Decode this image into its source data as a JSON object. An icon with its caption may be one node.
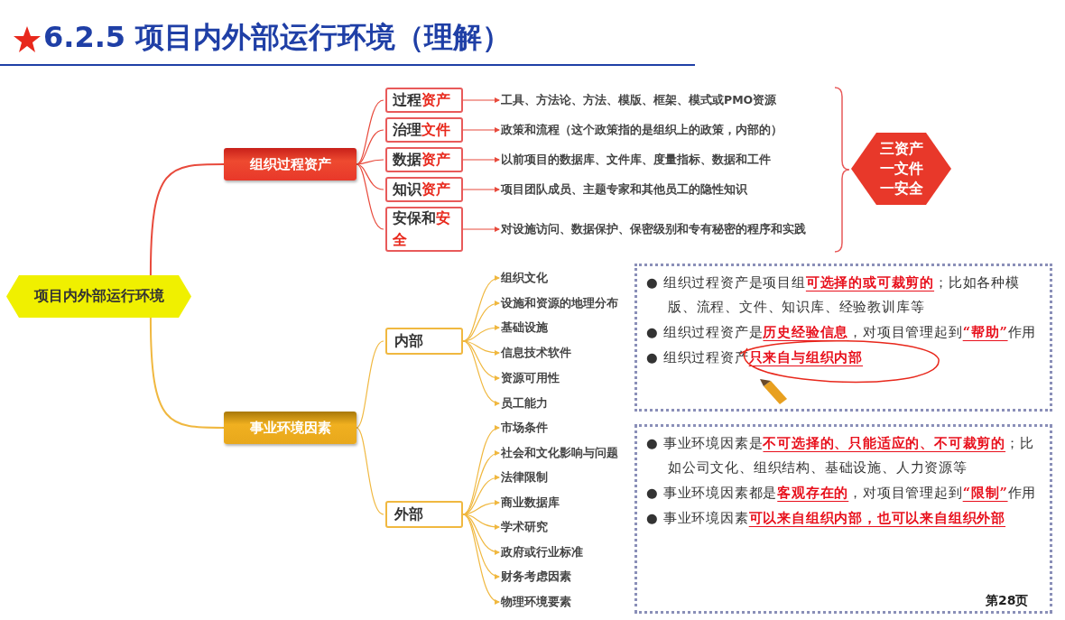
{
  "diagram": {
    "title": "6.2.5 项目内外部运行环境（理解）",
    "nodes": [
      {
        "text": [
          "项目内外部运行环境"
        ]
      },
      {
        "text": [
          "组织过程资产"
        ]
      },
      {
        "text": [
          "过程**资产**"
        ]
      },
      {
        "text": [
          "治理**文件**"
        ]
      },
      {
        "text": [
          "数据**资产**"
        ]
      },
      {
        "text": [
          "知识**资产**"
        ]
      },
      {
        "text": [
          "安保和**安全**"
        ]
      },
      {
        "text": [
          "工具、方法论、方法、模版、框架、模式或PMO资源"
        ]
      },
      {
        "text": [
          "政策和流程（这个政策指的是组织上的政策，内部的）"
        ]
      },
      {
        "text": [
          "以前项目的数据库、文件库、度量指标、数据和工件"
        ]
      },
      {
        "text": [
          "项目团队成员、主题专家和其他员工的隐性知识"
        ]
      },
      {
        "text": [
          "对设施访问、数据保护、保密级别和专有秘密的程序和实践"
        ]
      },
      {
        "text": [
          "三资产一文件一安全"
        ]
      },
      {
        "text": [
          "事业环境因素"
        ]
      },
      {
        "text": [
          "内部"
        ]
      },
      {
        "text": [
          "组织文化"
        ]
      },
      {
        "text": [
          "设施和资源的地理分布"
        ]
      },
      {
        "text": [
          "基础设施"
        ]
      },
      {
        "text": [
          "信息技术软件"
        ]
      },
      {
        "text": [
          "资源可用性"
        ]
      },
      {
        "text": [
          "员工能力"
        ]
      },
      {
        "text": [
          "外部"
        ]
      },
      {
        "text": [
          "市场条件"
        ]
      },
      {
        "text": [
          "社会和文化影响与问题"
        ]
      },
      {
        "text": [
          "法律限制"
        ]
      },
      {
        "text": [
          "商业数据库"
        ]
      },
      {
        "text": [
          "学术研究"
        ]
      },
      {
        "text": [
          "政府或行业标准"
        ]
      },
      {
        "text": [
          "财务考虑因素"
        ]
      },
      {
        "text": [
          "物理环境要素"
        ]
      },
      {
        "text": [
          "● 组织过程资产是项目组**可选择的或可裁剪的**；比如各种模版、流程、文件、知识库、经验教训库等",
          "● 组织过程资产是**历史经验信息**，对项目管理起到**“帮助”**作用",
          "● 组织过程资产**只来自与组织内部**"
        ]
      },
      {
        "text": [
          "● 事业环境因素是**不可选择的、只能适应的、不可裁剪的**；比如公司文化、组织结构、基础设施、人力资源等",
          "● 事业环境因素都是**客观存在的**，对项目管理起到**“限制”**作用",
          "● 事业环境因素**可以来自组织内部，也可以来自组织外部**"
        ]
      }
    ],
    "edges": [
      {
        "from": 0,
        "to": 1,
        "arrow": "none",
        "color": "#e84a3c"
      },
      {
        "from": 1,
        "to": 2,
        "arrow": "none",
        "color": "#e84a3c"
      },
      {
        "from": 1,
        "to": 3,
        "arrow": "none",
        "color": "#e84a3c"
      },
      {
        "from": 1,
        "to": 4,
        "arrow": "none",
        "color": "#e84a3c"
      },
      {
        "from": 1,
        "to": 5,
        "arrow": "none",
        "color": "#e84a3c"
      },
      {
        "from": 1,
        "to": 6,
        "arrow": "none",
        "color": "#e84a3c"
      },
      {
        "from": 2,
        "to": 7,
        "arrow": "to",
        "color": "#e84a3c"
      },
      {
        "from": 3,
        "to": 8,
        "arrow": "to",
        "color": "#e84a3c"
      },
      {
        "from": 4,
        "to": 9,
        "arrow": "to",
        "color": "#e84a3c"
      },
      {
        "from": 5,
        "to": 10,
        "arrow": "to",
        "color": "#e84a3c"
      },
      {
        "from": 6,
        "to": 11,
        "arrow": "to",
        "color": "#e84a3c"
      },
      {
        "from": 0,
        "to": 13,
        "arrow": "none"
      },
      {
        "from": 13,
        "to": 14,
        "arrow": "none"
      },
      {
        "from": 13,
        "to": 21,
        "arrow": "none"
      },
      {
        "from": 14,
        "to": 15,
        "arrow": "to"
      },
      {
        "from": 14,
        "to": 16,
        "arrow": "to"
      },
      {
        "from": 14,
        "to": 17,
        "arrow": "to"
      },
      {
        "from": 14,
        "to": 18,
        "arrow": "to"
      },
      {
        "from": 14,
        "to": 19,
        "arrow": "to"
      },
      {
        "from": 14,
        "to": 20,
        "arrow": "to"
      },
      {
        "from": 21,
        "to": 22,
        "arrow": "to"
      },
      {
        "from": 21,
        "to": 23,
        "arrow": "to"
      },
      {
        "from": 21,
        "to": 24,
        "arrow": "to"
      },
      {
        "from": 21,
        "to": 25,
        "arrow": "to"
      },
      {
        "from": 21,
        "to": 26,
        "arrow": "to"
      },
      {
        "from": 21,
        "to": 27,
        "arrow": "to"
      },
      {
        "from": 21,
        "to": 28,
        "arrow": "to"
      },
      {
        "from": 21,
        "to": 29,
        "arrow": "to"
      }
    ],
    "labels": [
      "第28页"
    ]
  }
}
